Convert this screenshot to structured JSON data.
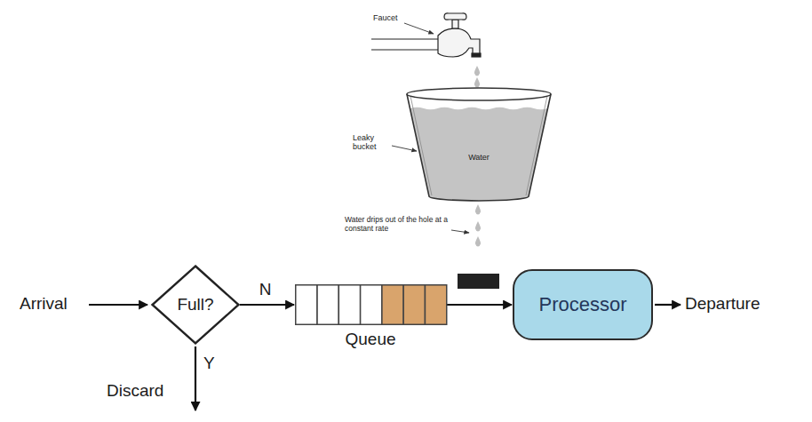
{
  "diagram": {
    "nodes": [
      {
        "text": [
          "Water"
        ]
      },
      {
        "text": [
          "Full?"
        ]
      },
      {
        "text": [
          "Queue"
        ]
      },
      {
        "text": [
          "Processor"
        ]
      }
    ],
    "edges": [
      {
        "from": 1,
        "to": 2,
        "label": "N",
        "arrow": "to"
      },
      {
        "from": 2,
        "to": 3,
        "arrow": "to"
      }
    ],
    "labels": [
      "Faucet",
      "Leaky bucket",
      "Water drips out of the hole at a constant rate",
      "Arrival",
      "Y",
      "Discard",
      "Departure"
    ]
  }
}
